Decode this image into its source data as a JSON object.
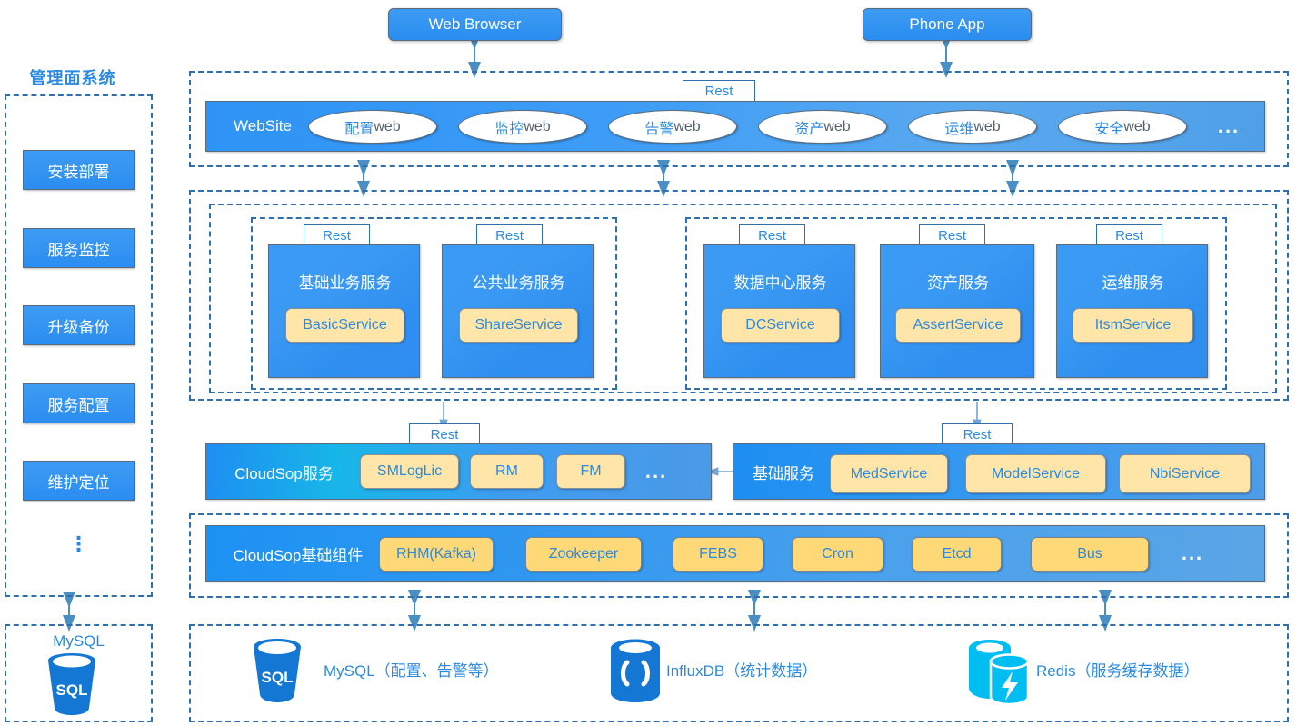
{
  "left_panel": {
    "title": "管理面系统",
    "items": [
      {
        "label": "安装部署"
      },
      {
        "label": "服务监控"
      },
      {
        "label": "升级备份"
      },
      {
        "label": "服务配置"
      },
      {
        "label": "维护定位"
      }
    ],
    "ellipsis": "⋮",
    "db": {
      "label": "MySQL",
      "icon_text": "SQL",
      "icon": "mysql-cylinder-icon"
    }
  },
  "endpoints": [
    {
      "label": "Web Browser"
    },
    {
      "label": "Phone App"
    }
  ],
  "website_layer": {
    "rest_tab": "Rest",
    "label": "WebSite",
    "modules": [
      {
        "cn": "配置",
        "lat": "web"
      },
      {
        "cn": "监控",
        "lat": "web"
      },
      {
        "cn": "告警",
        "lat": "web"
      },
      {
        "cn": "资产",
        "lat": "web"
      },
      {
        "cn": "运维",
        "lat": "web"
      },
      {
        "cn": "安全",
        "lat": "web"
      }
    ],
    "more": "..."
  },
  "service_layer": {
    "group_left": [
      {
        "rest": "Rest",
        "title": "基础业务服务",
        "chip": "BasicService"
      },
      {
        "rest": "Rest",
        "title": "公共业务服务",
        "chip": "ShareService"
      }
    ],
    "group_right": [
      {
        "rest": "Rest",
        "title": "数据中心服务",
        "chip": "DCService"
      },
      {
        "rest": "Rest",
        "title": "资产服务",
        "chip": "AssertService"
      },
      {
        "rest": "Rest",
        "title": "运维服务",
        "chip": "ItsmService"
      }
    ]
  },
  "cloudsop_layer": {
    "rest_tab": "Rest",
    "label": "CloudSop服务",
    "chips": [
      {
        "label": "SMLogLic"
      },
      {
        "label": "RM"
      },
      {
        "label": "FM"
      }
    ],
    "more": "..."
  },
  "basic_layer": {
    "rest_tab": "Rest",
    "label": "基础服务",
    "chips": [
      {
        "label": "MedService"
      },
      {
        "label": "ModelService"
      },
      {
        "label": "NbiService"
      }
    ]
  },
  "component_layer": {
    "label": "CloudSop基础组件",
    "chips": [
      {
        "label": "RHM(Kafka)"
      },
      {
        "label": "Zookeeper"
      },
      {
        "label": "FEBS"
      },
      {
        "label": "Cron"
      },
      {
        "label": "Etcd"
      },
      {
        "label": "Bus"
      }
    ],
    "more": "..."
  },
  "storage_layer": [
    {
      "name": "MySQL（配置、告警等）",
      "icon": "mysql-cylinder-icon",
      "icon_text": "SQL"
    },
    {
      "name": "InfluxDB（统计数据）",
      "icon": "influxdb-cylinder-icon",
      "icon_text": "{ }"
    },
    {
      "name": "Redis（服务缓存数据）",
      "icon": "redis-cylinder-icon",
      "icon_text": "⚡"
    }
  ],
  "colors": {
    "accent_blue": "#2b8ae0",
    "box_blue": "#2a8df0",
    "dash_border": "#2f6fad",
    "chip_yellow": "#ffe6a8",
    "chip_yellow_strong": "#ffd978",
    "redis_cyan": "#00bdf2",
    "influx_blue": "#1678d4"
  }
}
